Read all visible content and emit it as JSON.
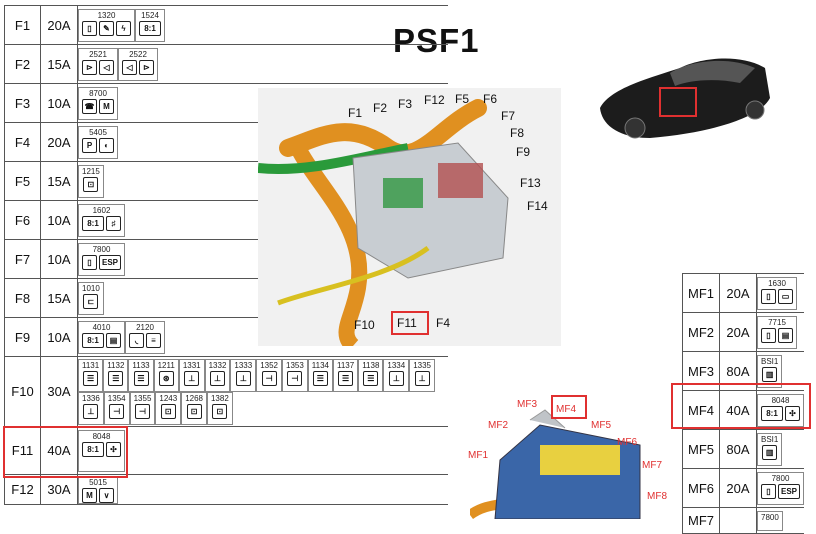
{
  "title": "PSF1",
  "left_table": [
    {
      "id": "F1",
      "amp": "20A",
      "groups": [
        {
          "code": "1320",
          "icons": [
            "relay-icon",
            "bulb-icon",
            "lightning-icon"
          ]
        },
        {
          "code": "1524",
          "icons": [
            "switch-icon"
          ]
        }
      ]
    },
    {
      "id": "F2",
      "amp": "15A",
      "groups": [
        {
          "code": "2521",
          "icons": [
            "horn-icon",
            "speaker-icon"
          ]
        },
        {
          "code": "2522",
          "icons": [
            "speaker-icon",
            "horn-icon"
          ]
        }
      ]
    },
    {
      "id": "F3",
      "amp": "10A",
      "groups": [
        {
          "code": "8700",
          "icons": [
            "alarm-icon",
            "motor-icon"
          ]
        }
      ]
    },
    {
      "id": "F4",
      "amp": "20A",
      "groups": [
        {
          "code": "5405",
          "icons": [
            "parking-icon",
            "washer-icon"
          ]
        }
      ]
    },
    {
      "id": "F5",
      "amp": "15A",
      "groups": [
        {
          "code": "1215",
          "icons": [
            "sensor-icon"
          ]
        }
      ]
    },
    {
      "id": "F6",
      "amp": "10A",
      "groups": [
        {
          "code": "1602",
          "icons": [
            "switch-icon",
            "gear-icon"
          ]
        }
      ]
    },
    {
      "id": "F7",
      "amp": "10A",
      "groups": [
        {
          "code": "7800",
          "icons": [
            "relay-icon",
            "esp-icon"
          ]
        }
      ]
    },
    {
      "id": "F8",
      "amp": "15A",
      "groups": [
        {
          "code": "1010",
          "icons": [
            "starter-icon"
          ]
        }
      ]
    },
    {
      "id": "F9",
      "amp": "10A",
      "groups": [
        {
          "code": "4010",
          "icons": [
            "switch-icon",
            "heater-icon"
          ]
        },
        {
          "code": "2120",
          "icons": [
            "headlamp-icon",
            "beam-icon"
          ]
        }
      ]
    },
    {
      "id": "F10",
      "amp": "30A",
      "groups": [
        {
          "code": "1131",
          "icons": [
            "lamp-icon"
          ]
        },
        {
          "code": "1132",
          "icons": [
            "lamp-icon"
          ]
        },
        {
          "code": "1133",
          "icons": [
            "lamp-icon"
          ]
        },
        {
          "code": "1211",
          "icons": [
            "pump-icon"
          ]
        },
        {
          "code": "1331",
          "icons": [
            "injector-icon"
          ]
        },
        {
          "code": "1332",
          "icons": [
            "injector-icon"
          ]
        },
        {
          "code": "1333",
          "icons": [
            "injector-icon"
          ]
        },
        {
          "code": "1352",
          "icons": [
            "coil-icon"
          ]
        },
        {
          "code": "1353",
          "icons": [
            "coil-icon"
          ]
        },
        {
          "code": "1134",
          "icons": [
            "lamp-icon"
          ]
        },
        {
          "code": "1137",
          "icons": [
            "lamp-icon"
          ]
        },
        {
          "code": "1138",
          "icons": [
            "lamp-icon"
          ]
        },
        {
          "code": "1334",
          "icons": [
            "injector-icon"
          ]
        },
        {
          "code": "1335",
          "icons": [
            "injector-icon"
          ]
        },
        {
          "code": "1336",
          "icons": [
            "injector-icon"
          ]
        },
        {
          "code": "1354",
          "icons": [
            "coil-icon"
          ]
        },
        {
          "code": "1355",
          "icons": [
            "coil-icon"
          ]
        },
        {
          "code": "1243",
          "icons": [
            "sensor-icon"
          ]
        },
        {
          "code": "1268",
          "icons": [
            "sensor-icon"
          ]
        },
        {
          "code": "1382",
          "icons": [
            "sensor-icon"
          ]
        }
      ]
    },
    {
      "id": "F11",
      "amp": "40A",
      "groups": [
        {
          "code": "8048",
          "icons": [
            "switch-icon",
            "fan-icon"
          ]
        }
      ]
    },
    {
      "id": "F12",
      "amp": "30A",
      "groups": [
        {
          "code": "5015",
          "icons": [
            "motor-icon",
            "wiper-icon"
          ]
        }
      ]
    }
  ],
  "right_table": [
    {
      "id": "MF1",
      "amp": "20A",
      "groups": [
        {
          "code": "1630",
          "icons": [
            "relay-icon",
            "auto-gearbox-icon"
          ]
        }
      ]
    },
    {
      "id": "MF2",
      "amp": "20A",
      "groups": [
        {
          "code": "7715",
          "icons": [
            "relay-icon",
            "heater-icon"
          ]
        }
      ]
    },
    {
      "id": "MF3",
      "amp": "80A",
      "groups": [
        {
          "code": "BSI1",
          "icons": [
            "bsi-icon"
          ]
        }
      ]
    },
    {
      "id": "MF4",
      "amp": "40A",
      "groups": [
        {
          "code": "8048",
          "icons": [
            "switch-icon",
            "fan-icon"
          ]
        }
      ]
    },
    {
      "id": "MF5",
      "amp": "80A",
      "groups": [
        {
          "code": "BSI1",
          "icons": [
            "bsi-icon"
          ]
        }
      ]
    },
    {
      "id": "MF6",
      "amp": "20A",
      "groups": [
        {
          "code": "7800",
          "icons": [
            "relay-icon",
            "esp-icon"
          ]
        }
      ]
    },
    {
      "id": "MF7",
      "amp": "",
      "groups": [
        {
          "code": "7800",
          "icons": []
        }
      ]
    }
  ],
  "icon_glyphs": {
    "relay-icon": "▯",
    "bulb-icon": "✎",
    "lightning-icon": "ϟ",
    "switch-icon": "8:1",
    "horn-icon": "⊳",
    "speaker-icon": "◁",
    "alarm-icon": "☎",
    "motor-icon": "M",
    "parking-icon": "P",
    "washer-icon": "◐",
    "sensor-icon": "⊡",
    "gear-icon": "♯",
    "esp-icon": "ESP",
    "starter-icon": "⊏",
    "heater-icon": "▤",
    "headlamp-icon": "◟",
    "beam-icon": "≡",
    "lamp-icon": "☰",
    "pump-icon": "⊛",
    "injector-icon": "⊥",
    "coil-icon": "⊣",
    "fan-icon": "✣",
    "wiper-icon": "∨",
    "auto-gearbox-icon": "▭",
    "bsi-icon": "▥"
  },
  "fusebox_labels": [
    "F1",
    "F2",
    "F3",
    "F12",
    "F5",
    "F6",
    "F7",
    "F8",
    "F9",
    "F13",
    "F14",
    "F10",
    "F11",
    "F4"
  ],
  "fusebox2_labels": [
    "MF3",
    "MF4",
    "MF2",
    "MF5",
    "MF1",
    "MF6",
    "MF7",
    "MF8"
  ],
  "colors": {
    "highlight": "#e03030",
    "harness": "#e09020",
    "cable_green": "#2a9a3a",
    "cable_yellow": "#d8c020"
  }
}
